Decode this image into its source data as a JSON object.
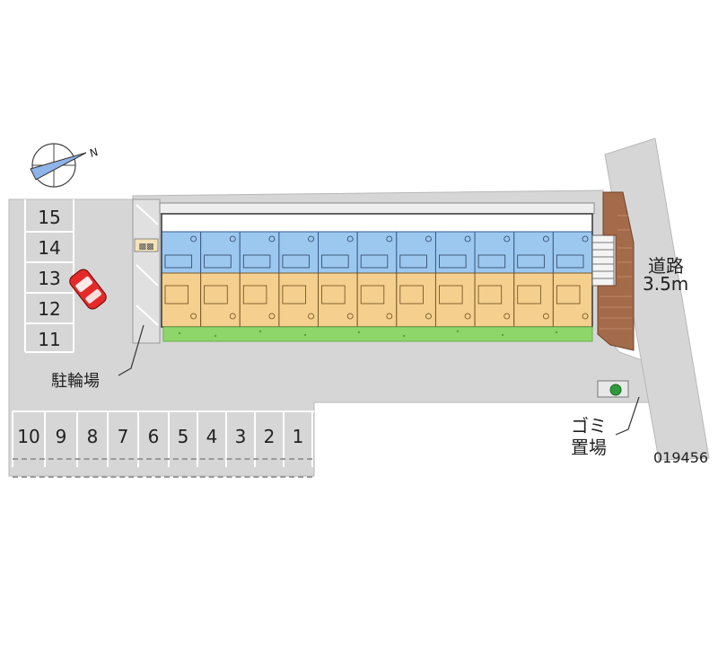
{
  "labels": {
    "bicycle_parking": "駐輪場",
    "road": "道路",
    "road_width": "3.5m",
    "garbage_line1": "ゴミ",
    "garbage_line2": "置場",
    "property_id": "019456",
    "north": "N"
  },
  "parking_left": [
    "15",
    "14",
    "13",
    "12",
    "11"
  ],
  "parking_bottom": [
    "10",
    "9",
    "8",
    "7",
    "6",
    "5",
    "4",
    "3",
    "2",
    "1"
  ],
  "apartment_units": 11,
  "colors": {
    "lot": "#d6d6d6",
    "road": "#d6d6d6",
    "building_upper": "#9cc8f0",
    "building_lower": "#f5cf8e",
    "wall": "#a36b4a",
    "grass": "#8fd66a",
    "car": "#e52a2a"
  }
}
